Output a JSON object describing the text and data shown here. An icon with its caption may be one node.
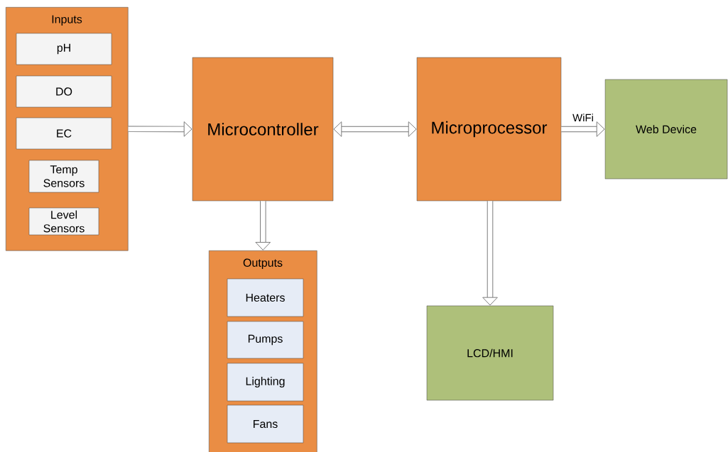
{
  "diagram": {
    "nodes": [
      {
        "text": [
          "Inputs"
        ]
      },
      {
        "text": [
          "pH"
        ],
        "in": 0
      },
      {
        "text": [
          "DO"
        ],
        "in": 0
      },
      {
        "text": [
          "EC"
        ],
        "in": 0
      },
      {
        "text": [
          "Temp Sensors"
        ],
        "in": 0
      },
      {
        "text": [
          "Level Sensors"
        ],
        "in": 0
      },
      {
        "text": [
          "Microcontroller"
        ]
      },
      {
        "text": [
          "Microprocessor"
        ]
      },
      {
        "text": [
          "Web Device"
        ]
      },
      {
        "text": [
          "Outputs"
        ]
      },
      {
        "text": [
          "Heaters"
        ],
        "in": 9
      },
      {
        "text": [
          "Pumps"
        ],
        "in": 9
      },
      {
        "text": [
          "Lighting"
        ],
        "in": 9
      },
      {
        "text": [
          "Fans"
        ],
        "in": 9
      },
      {
        "text": [
          "LCD/HMI"
        ]
      }
    ],
    "edges": [
      {
        "from": 0,
        "to": 6,
        "arrow": "to"
      },
      {
        "from": 6,
        "to": 7,
        "arrow": "both"
      },
      {
        "from": 7,
        "to": 8,
        "arrow": "to",
        "label": "WiFi"
      },
      {
        "from": 6,
        "to": 9,
        "arrow": "to"
      },
      {
        "from": 7,
        "to": 14,
        "arrow": "to"
      }
    ]
  }
}
